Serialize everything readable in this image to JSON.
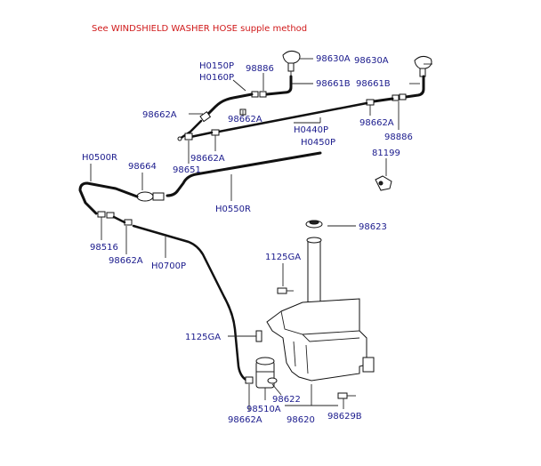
{
  "header": {
    "note": "See WINDSHIELD WASHER HOSE supple method"
  },
  "labels": {
    "p98630A_1": "98630A",
    "p98630A_2": "98630A",
    "H0150P": "H0150P",
    "H0160P": "H0160P",
    "p98886_1": "98886",
    "p98661B_1": "98661B",
    "p98661B_2": "98661B",
    "p98662A_1": "98662A",
    "p98662A_2": "98662A",
    "p98662A_3": "98662A",
    "p98662A_4": "98662A",
    "p98662A_5": "98662A",
    "p98662A_6": "98662A",
    "H0440P": "H0440P",
    "H0450P": "H0450P",
    "p98886_2": "98886",
    "p81199": "81199",
    "H0500R": "H0500R",
    "p98664": "98664",
    "p98651": "98651",
    "H0550R": "H0550R",
    "p98623": "98623",
    "p98516": "98516",
    "H0700P": "H0700P",
    "p1125GA_1": "1125GA",
    "p1125GA_2": "1125GA",
    "p98622": "98622",
    "p98510A": "98510A",
    "p98620": "98620",
    "p98629B": "98629B"
  }
}
